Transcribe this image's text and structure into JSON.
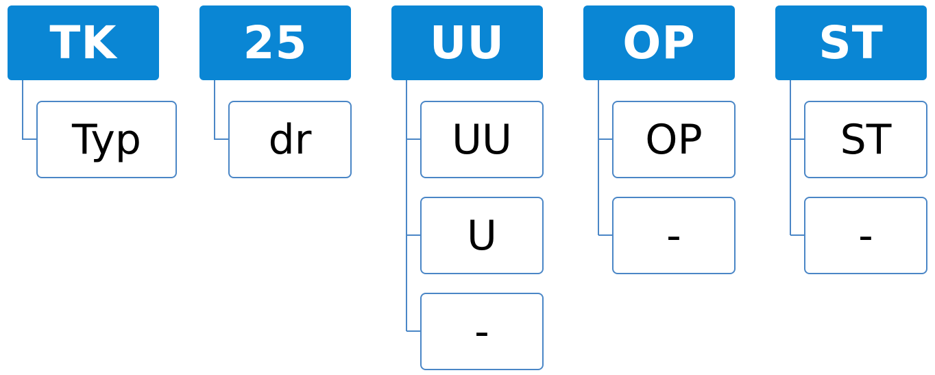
{
  "groups": [
    {
      "header": "TK",
      "children": [
        "Typ"
      ]
    },
    {
      "header": "25",
      "children": [
        "dr"
      ]
    },
    {
      "header": "UU",
      "children": [
        "UU",
        "U",
        "-"
      ]
    },
    {
      "header": "OP",
      "children": [
        "OP",
        "-"
      ]
    },
    {
      "header": "ST",
      "children": [
        "ST",
        "-"
      ]
    }
  ],
  "colors": {
    "header_fill": "#0a86d4",
    "header_text": "#ffffff",
    "box_border": "#4a86c6",
    "connector": "#4a86c6",
    "box_text": "#000000"
  }
}
